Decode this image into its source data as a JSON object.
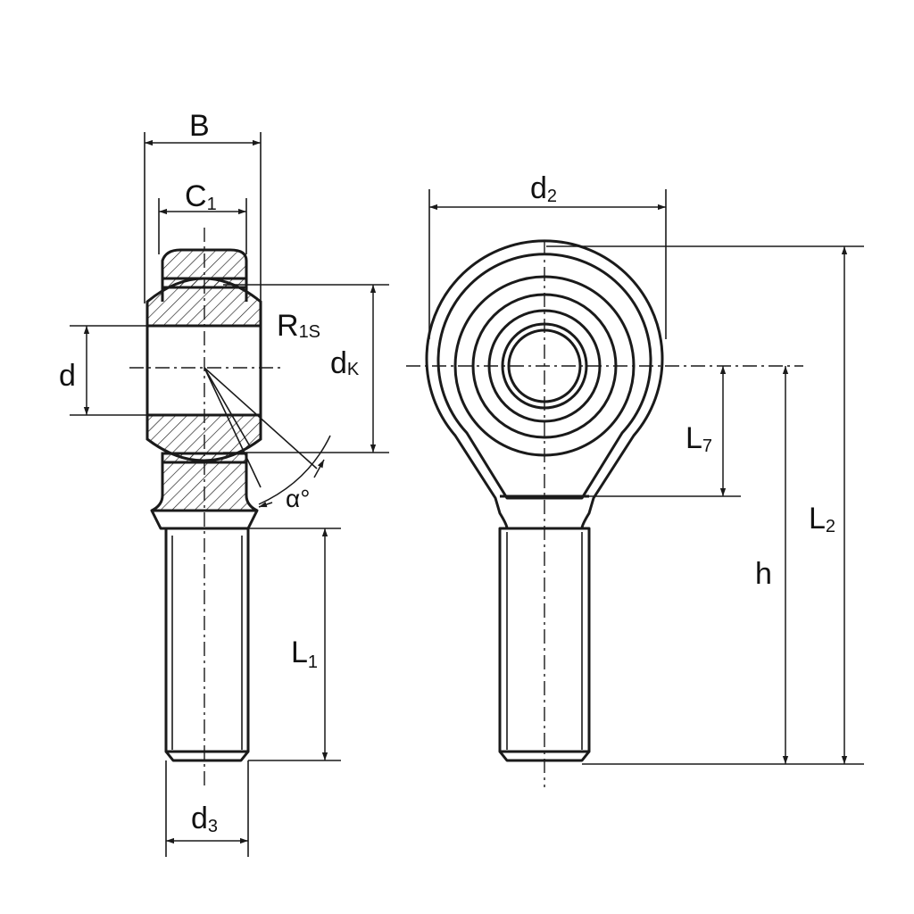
{
  "labels": {
    "B": "B",
    "C": "C",
    "C_sub": "1",
    "d": "d",
    "dK": "d",
    "dK_sub": "K",
    "R": "R",
    "R_sub": "1S",
    "alpha": "α°",
    "L1": "L",
    "L1_sub": "1",
    "d3": "d",
    "d3_sub": "3",
    "d2": "d",
    "d2_sub": "2",
    "L7": "L",
    "L7_sub": "7",
    "h": "h",
    "L2": "L",
    "L2_sub": "2"
  }
}
